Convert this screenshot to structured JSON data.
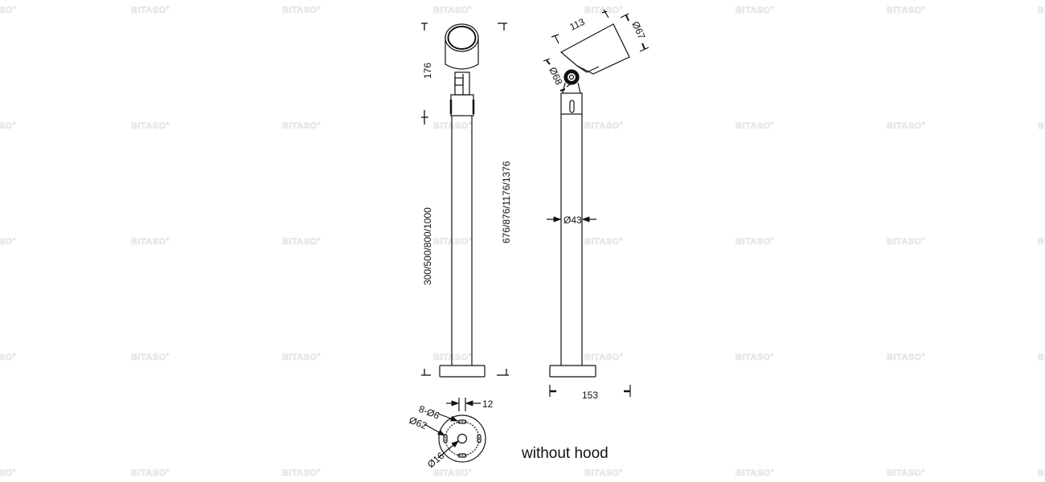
{
  "watermark": {
    "text": "BITASO",
    "columns_x": [
      -28,
      163,
      351,
      539,
      727,
      915,
      1103,
      1291
    ],
    "rows_y": [
      9,
      153,
      297,
      441,
      585
    ]
  },
  "drawing": {
    "front_view": {
      "height_head_label": "176",
      "height_pole_label": "300/500/800/1000"
    },
    "side_view": {
      "head_length_label": "113",
      "head_diameter_label": "Ø67",
      "joint_diameter_label": "Ø68",
      "total_height_label": "676/876/1176/1376",
      "pole_diameter_label": "Ø43",
      "base_width_label": "153"
    },
    "base_view": {
      "slot_width_label": "12",
      "holes_label": "8-Ø6",
      "bolt_circle_label": "Ø62",
      "center_hole_label": "Ø16"
    },
    "caption": "without hood"
  },
  "colors": {
    "line": "#111111",
    "background": "#ffffff",
    "watermark": "#dcdcdc"
  }
}
